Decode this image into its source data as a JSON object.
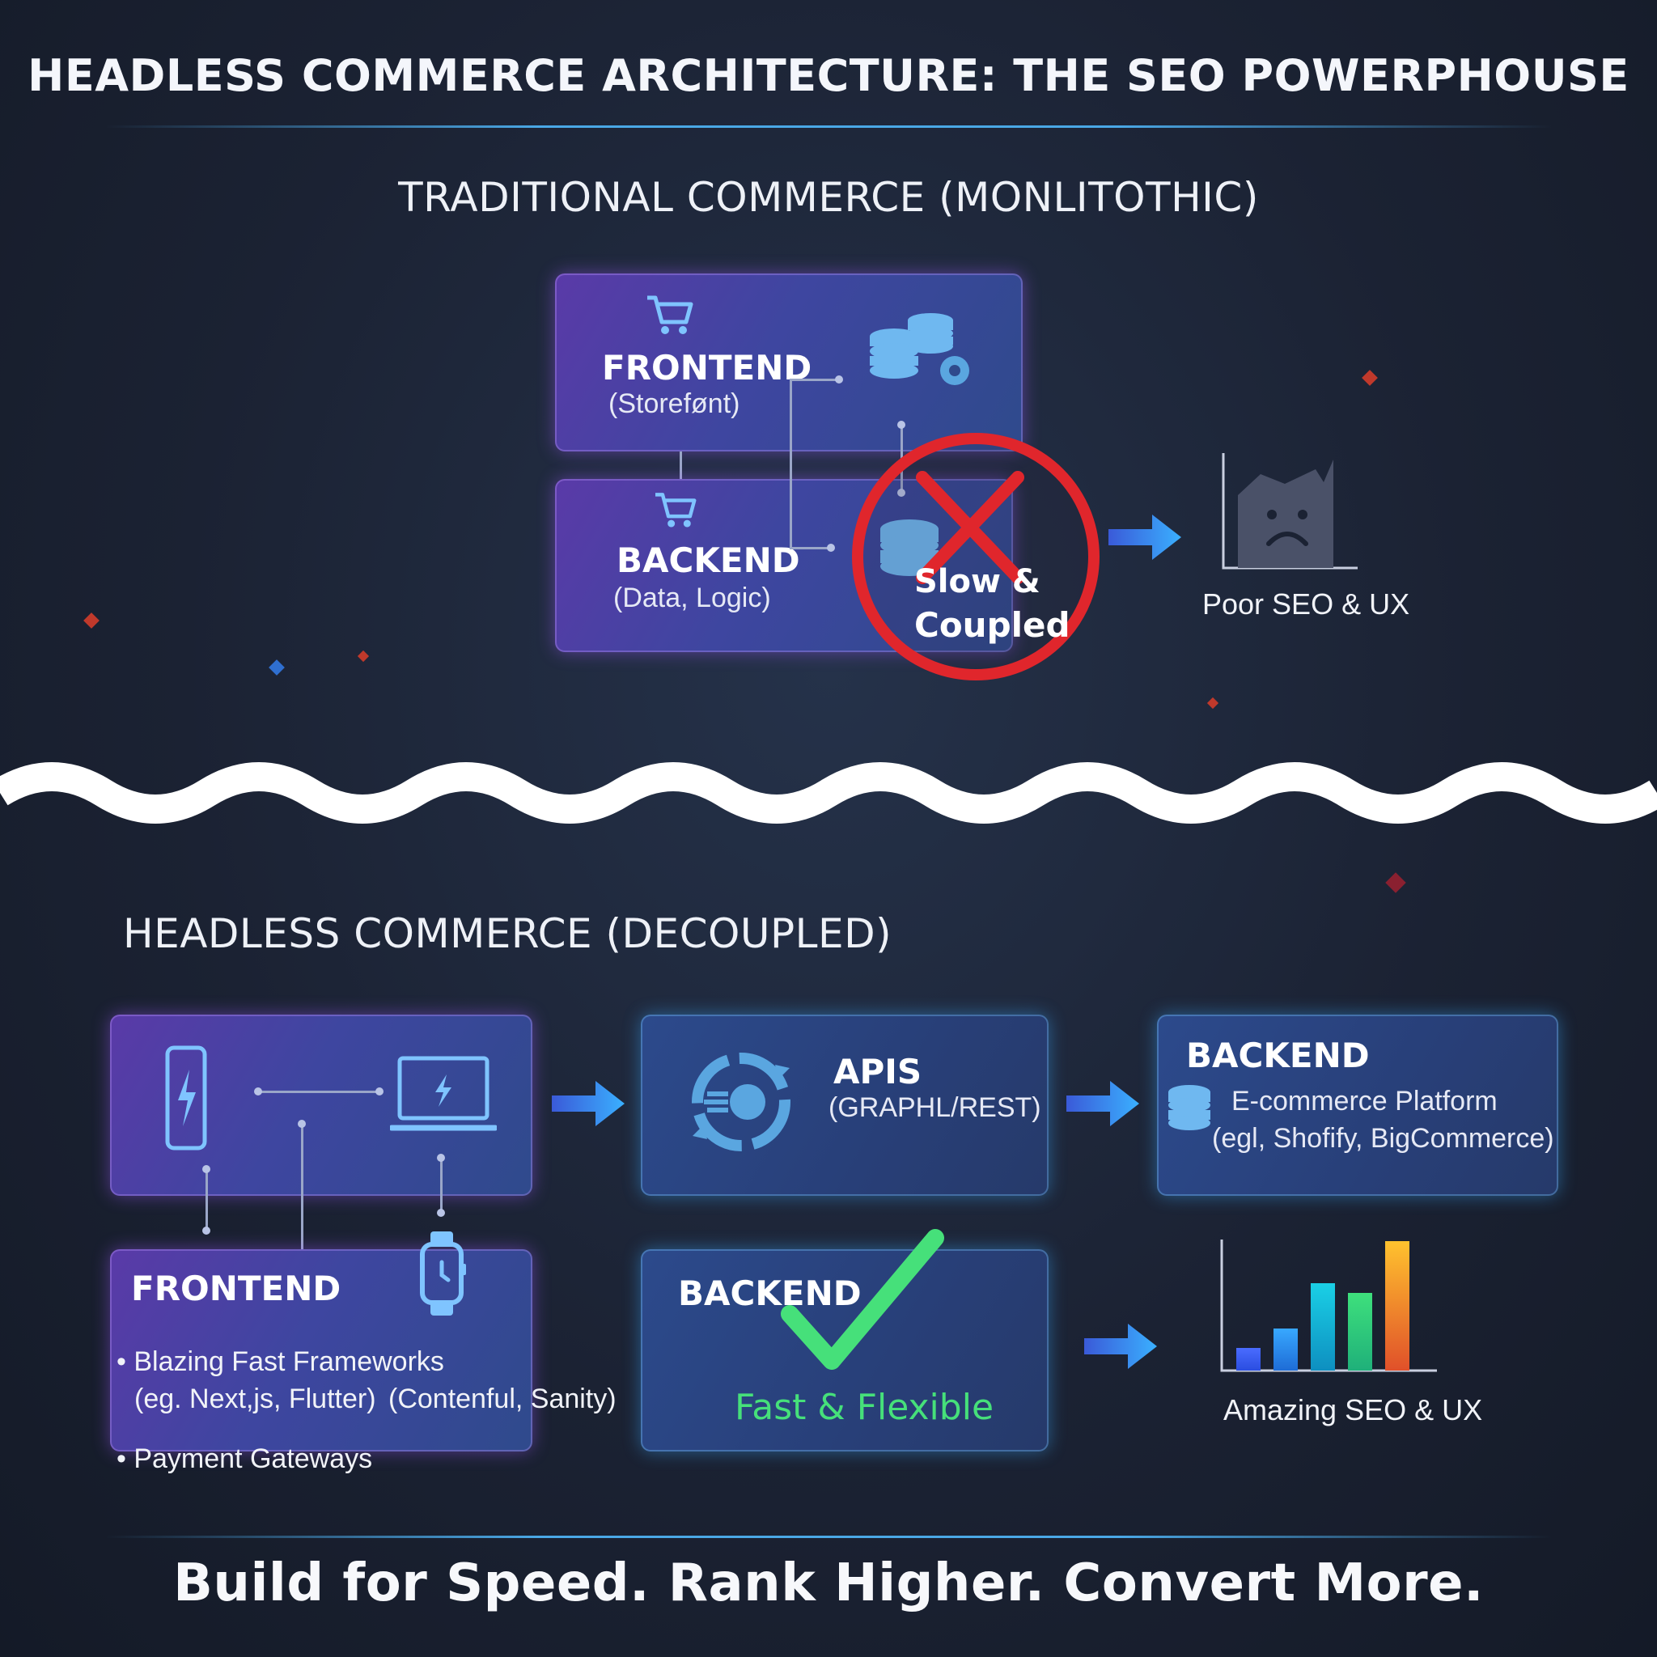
{
  "title": "HEADLESS COMMERCE ARCHITECTURE: THE SEO POWERPHOUSE",
  "traditional": {
    "heading": "TRADITIONAL COMMERCE (MONLITOTHIC)",
    "frontend": {
      "title": "FRONTEND",
      "subtitle": "(Storefønt)"
    },
    "backend": {
      "title": "BACKEND",
      "subtitle": "(Data, Logic)"
    },
    "problem_label_line1": "Slow &",
    "problem_label_line2": "Coupled",
    "result": "Poor SEO & UX"
  },
  "headless": {
    "heading": "HEADLESS COMMERCE (DECOUPLED)",
    "apis": {
      "title": "APIS",
      "subtitle": "(GRAPHL/REST)"
    },
    "backend_platform": {
      "title": "BACKEND",
      "line1": "E-commerce Platform",
      "line2": "(egl, Shofify, BigCommerce)"
    },
    "frontend": {
      "title": "FRONTEND",
      "bullet1": "• Blazing Fast Frameworks",
      "bullet1_detail": "(eg. Next,js, Flutter)",
      "cms_note": "(Contenful, Sanity)",
      "bullet2": "• Payment Gateways"
    },
    "backend_status": {
      "title": "BACKEND",
      "label": "Fast & Flexible"
    },
    "result": "Amazing SEO & UX"
  },
  "tagline": "Build for Speed. Rank Higher. Convert More.",
  "colors": {
    "accent_purple": "#8a5cff",
    "accent_blue": "#3aa0ff",
    "error_red": "#e0262c",
    "success_green": "#46e07a"
  }
}
